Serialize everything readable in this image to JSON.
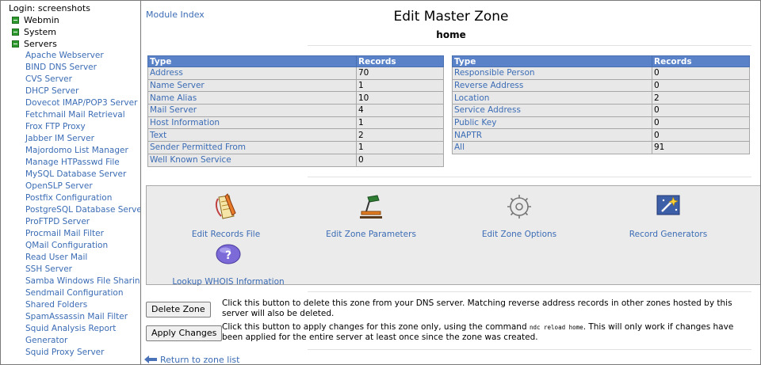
{
  "sidebar": {
    "login": "Login: screenshots",
    "categories": [
      "Webmin",
      "System",
      "Servers"
    ],
    "modules": [
      "Apache Webserver",
      "BIND DNS Server",
      "CVS Server",
      "DHCP Server",
      "Dovecot IMAP/POP3 Server",
      "Fetchmail Mail Retrieval",
      "Frox FTP Proxy",
      "Jabber IM Server",
      "Majordomo List Manager",
      "Manage HTPasswd File",
      "MySQL Database Server",
      "OpenSLP Server",
      "Postfix Configuration",
      "PostgreSQL Database Server",
      "ProFTPD Server",
      "Procmail Mail Filter",
      "QMail Configuration",
      "Read User Mail",
      "SSH Server",
      "Samba Windows File Sharing",
      "Sendmail Configuration",
      "Shared Folders",
      "SpamAssassin Mail Filter",
      "Squid Analysis Report Generator",
      "Squid Proxy Server"
    ]
  },
  "header": {
    "module_index": "Module Index",
    "title": "Edit Master Zone",
    "subtitle": "home"
  },
  "left_table": {
    "headers": [
      "Type",
      "Records"
    ],
    "rows": [
      [
        "Address",
        "70"
      ],
      [
        "Name Server",
        "1"
      ],
      [
        "Name Alias",
        "10"
      ],
      [
        "Mail Server",
        "4"
      ],
      [
        "Host Information",
        "1"
      ],
      [
        "Text",
        "2"
      ],
      [
        "Sender Permitted From",
        "1"
      ],
      [
        "Well Known Service",
        "0"
      ]
    ]
  },
  "right_table": {
    "headers": [
      "Type",
      "Records"
    ],
    "rows": [
      [
        "Responsible Person",
        "0"
      ],
      [
        "Reverse Address",
        "0"
      ],
      [
        "Location",
        "2"
      ],
      [
        "Service Address",
        "0"
      ],
      [
        "Public Key",
        "0"
      ],
      [
        "NAPTR",
        "0"
      ],
      [
        "All",
        "91"
      ]
    ]
  },
  "icons": [
    {
      "label": "Edit Records File",
      "icon": "records-file-icon"
    },
    {
      "label": "Edit Zone Parameters",
      "icon": "desk-lamp-icon"
    },
    {
      "label": "Edit Zone Options",
      "icon": "gear-icon"
    },
    {
      "label": "Record Generators",
      "icon": "magic-wand-icon"
    },
    {
      "label": "Lookup WHOIS Information",
      "icon": "question-bubble-icon"
    }
  ],
  "actions": {
    "delete_label": "Delete Zone",
    "delete_desc": "Click this button to delete this zone from your DNS server. Matching reverse address records in other zones hosted by this server will also be deleted.",
    "apply_label": "Apply Changes",
    "apply_desc_pre": "Click this button to apply changes for this zone only, using the command",
    "apply_cmd": "ndc reload home",
    "apply_desc_post": ". This will only work if changes have been applied for the entire server at least once since the zone was created."
  },
  "footer": {
    "return_label": "Return to zone list"
  },
  "colors": {
    "table_header": "#5a82c8",
    "link": "#3b6cb5",
    "category_box": "#2f9a2f"
  }
}
